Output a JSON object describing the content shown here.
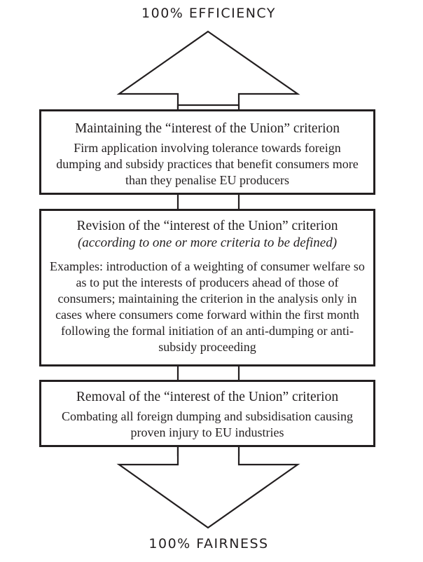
{
  "top_label": "100% EFFICIENCY",
  "bottom_label": "100% FAIRNESS",
  "boxes": [
    {
      "title": "Maintaining the “interest of the Union” criterion",
      "body": "Firm application involving tolerance towards foreign dumping and subsidy practices that benefit consumers more than they penalise EU producers"
    },
    {
      "title": "Revision of the “interest of the Union” criterion",
      "subtitle": "(according to one or more criteria to be defined)",
      "body": "Examples: introduction of a weighting of consumer welfare so as to put the interests of producers ahead of those of consumers; maintaining the criterion in the analysis only in cases where consumers come forward within the first month following the formal initiation of an anti-dumping or anti-subsidy proceeding"
    },
    {
      "title": "Removal of the “interest of the Union” criterion",
      "body": "Combating all foreign dumping and subsidisation causing proven injury to EU industries"
    }
  ]
}
